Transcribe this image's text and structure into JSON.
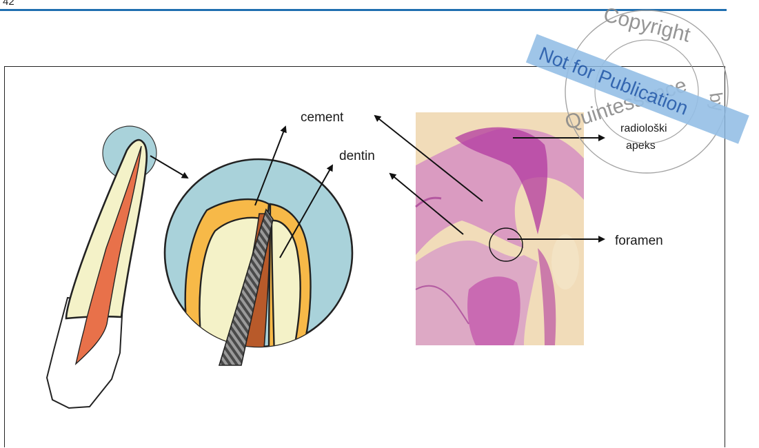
{
  "page": {
    "number": "42"
  },
  "labels": {
    "cement": "cement",
    "dentin": "dentin",
    "radioloski": "radiološki",
    "apeks": "apeks",
    "foramen": "foramen"
  },
  "watermark": {
    "banner": "Not for Publication",
    "copyright": "Copyright",
    "by": "by",
    "quintessence": "Quintessence"
  },
  "colors": {
    "rule": "#1f6fb0",
    "magnification_circle": "#a9d2da",
    "cementum": "#f7b948",
    "dentin": "#f4f2c8",
    "pulp": "#e8714a",
    "banner": "#8ab8e3",
    "histology_bg": "#f1dcb9",
    "histology_stain": "#b23aa0"
  }
}
